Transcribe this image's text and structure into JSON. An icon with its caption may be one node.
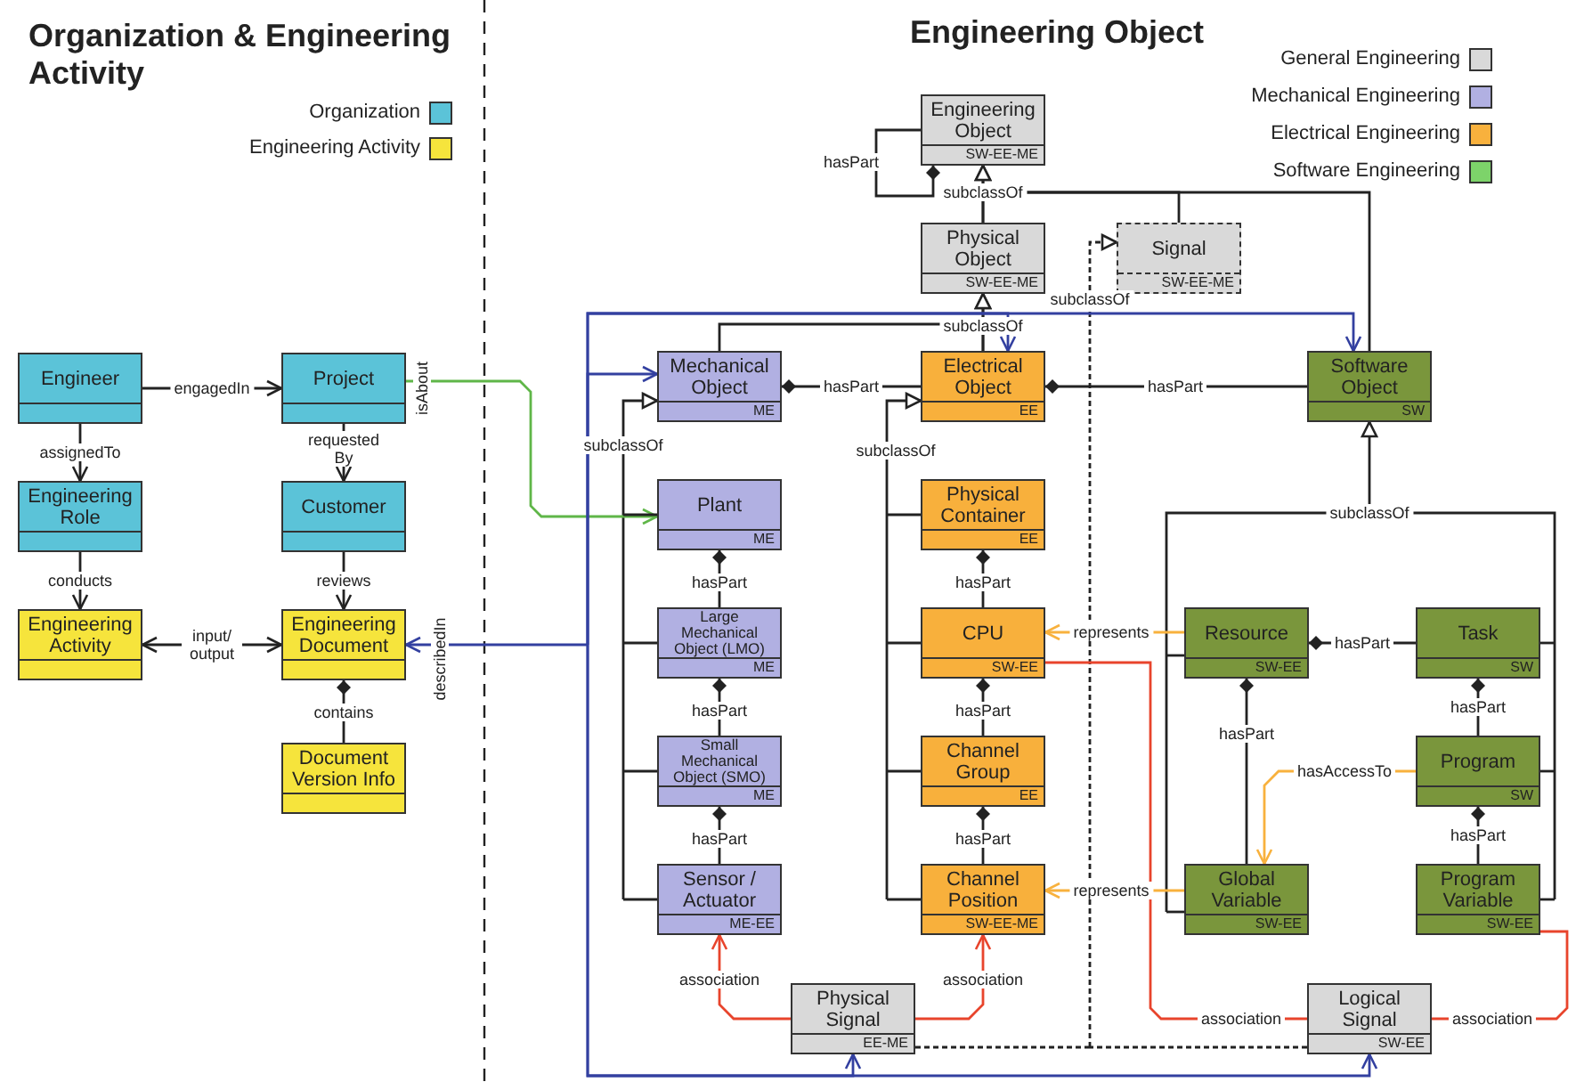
{
  "diagram": {
    "nodes": [
      {
        "text": [
          "Engineer"
        ]
      },
      {
        "text": [
          "Project"
        ]
      },
      {
        "text": [
          "Engineering Role"
        ]
      },
      {
        "text": [
          "Customer"
        ]
      },
      {
        "text": [
          "Engineering Activity"
        ]
      },
      {
        "text": [
          "Engineering Document"
        ]
      },
      {
        "text": [
          "Document Version Info"
        ]
      },
      {
        "text": [
          "Engineering Object",
          "SW-EE-ME"
        ]
      },
      {
        "text": [
          "Physical Object",
          "SW-EE-ME"
        ]
      },
      {
        "text": [
          "Signal",
          "SW-EE-ME"
        ]
      },
      {
        "text": [
          "Mechanical Object",
          "ME"
        ]
      },
      {
        "text": [
          "Electrical Object",
          "EE"
        ]
      },
      {
        "text": [
          "Software Object",
          "SW"
        ]
      },
      {
        "text": [
          "Plant",
          "ME"
        ]
      },
      {
        "text": [
          "Physical Container",
          "EE"
        ]
      },
      {
        "text": [
          "Large Mechanical Object (LMO)",
          "ME"
        ]
      },
      {
        "text": [
          "CPU",
          "SW-EE"
        ]
      },
      {
        "text": [
          "Resource",
          "SW-EE"
        ]
      },
      {
        "text": [
          "Task",
          "SW"
        ]
      },
      {
        "text": [
          "Small Mechanical Object (SMO)",
          "ME"
        ]
      },
      {
        "text": [
          "Channel Group",
          "EE"
        ]
      },
      {
        "text": [
          "Program",
          "SW"
        ]
      },
      {
        "text": [
          "Sensor / Actuator",
          "ME-EE"
        ]
      },
      {
        "text": [
          "Channel Position",
          "SW-EE-ME"
        ]
      },
      {
        "text": [
          "Global Variable",
          "SW-EE"
        ]
      },
      {
        "text": [
          "Program Variable",
          "SW-EE"
        ]
      },
      {
        "text": [
          "Physical Signal",
          "EE-ME"
        ]
      },
      {
        "text": [
          "Logical Signal",
          "SW-EE"
        ]
      }
    ],
    "edges": [
      {
        "from": 0,
        "to": 1,
        "arrow": "to",
        "label": "engagedIn"
      },
      {
        "from": 0,
        "to": 2,
        "arrow": "to",
        "label": "assignedTo"
      },
      {
        "from": 1,
        "to": 3,
        "arrow": "to",
        "label": "requested By"
      },
      {
        "from": 2,
        "to": 4,
        "arrow": "to",
        "label": "conducts"
      },
      {
        "from": 3,
        "to": 5,
        "arrow": "to",
        "label": "reviews"
      },
      {
        "from": 4,
        "to": 5,
        "arrow": "both",
        "label": "input/ output"
      },
      {
        "from": 5,
        "to": 6,
        "arrow": "other",
        "label": "contains"
      },
      {
        "from": 1,
        "to": 13,
        "arrow": "to",
        "label": "isAbout",
        "color": "#5fb648"
      },
      {
        "from": 5,
        "to": 10,
        "arrow": "both",
        "label": "describedIn",
        "color": "#3340a0"
      },
      {
        "from": 5,
        "to": 11,
        "arrow": "both",
        "color": "#3340a0"
      },
      {
        "from": 5,
        "to": 12,
        "arrow": "both",
        "color": "#3340a0"
      },
      {
        "from": 5,
        "to": 26,
        "arrow": "both",
        "color": "#3340a0"
      },
      {
        "from": 5,
        "to": 27,
        "arrow": "both",
        "color": "#3340a0"
      },
      {
        "from": 7,
        "to": 7,
        "arrow": "other",
        "label": "hasPart"
      },
      {
        "from": 8,
        "to": 7,
        "arrow": "to",
        "label": "subclassOf"
      },
      {
        "from": 9,
        "to": 7,
        "arrow": "to"
      },
      {
        "from": 12,
        "to": 7,
        "arrow": "to"
      },
      {
        "from": 10,
        "to": 8,
        "arrow": "to",
        "label": "subclassOf"
      },
      {
        "from": 11,
        "to": 8,
        "arrow": "to"
      },
      {
        "from": 10,
        "to": 11,
        "arrow": "other",
        "label": "hasPart"
      },
      {
        "from": 11,
        "to": 12,
        "arrow": "other",
        "label": "hasPart"
      },
      {
        "from": 13,
        "to": 10,
        "arrow": "to",
        "label": "subclassOf"
      },
      {
        "from": 15,
        "to": 10,
        "arrow": "to"
      },
      {
        "from": 19,
        "to": 10,
        "arrow": "to"
      },
      {
        "from": 22,
        "to": 10,
        "arrow": "to"
      },
      {
        "from": 13,
        "to": 15,
        "arrow": "other",
        "label": "hasPart"
      },
      {
        "from": 15,
        "to": 19,
        "arrow": "other",
        "label": "hasPart"
      },
      {
        "from": 19,
        "to": 22,
        "arrow": "other",
        "label": "hasPart"
      },
      {
        "from": 14,
        "to": 11,
        "arrow": "to",
        "label": "subclassOf"
      },
      {
        "from": 16,
        "to": 11,
        "arrow": "to"
      },
      {
        "from": 20,
        "to": 11,
        "arrow": "to"
      },
      {
        "from": 23,
        "to": 11,
        "arrow": "to"
      },
      {
        "from": 14,
        "to": 16,
        "arrow": "other",
        "label": "hasPart"
      },
      {
        "from": 16,
        "to": 20,
        "arrow": "other",
        "label": "hasPart"
      },
      {
        "from": 20,
        "to": 23,
        "arrow": "other",
        "label": "hasPart"
      },
      {
        "from": 26,
        "to": 9,
        "arrow": "to",
        "label": "subclassOf",
        "style": "dashed"
      },
      {
        "from": 27,
        "to": 9,
        "arrow": "to",
        "style": "dashed"
      },
      {
        "from": 17,
        "to": 12,
        "arrow": "to",
        "label": "subclassOf"
      },
      {
        "from": 18,
        "to": 12,
        "arrow": "to"
      },
      {
        "from": 21,
        "to": 12,
        "arrow": "to"
      },
      {
        "from": 24,
        "to": 12,
        "arrow": "to"
      },
      {
        "from": 25,
        "to": 12,
        "arrow": "to"
      },
      {
        "from": 17,
        "to": 18,
        "arrow": "other",
        "label": "hasPart"
      },
      {
        "from": 17,
        "to": 24,
        "arrow": "other",
        "label": "hasPart"
      },
      {
        "from": 18,
        "to": 21,
        "arrow": "other",
        "label": "hasPart"
      },
      {
        "from": 21,
        "to": 25,
        "arrow": "other",
        "label": "hasPart"
      },
      {
        "from": 21,
        "to": 24,
        "arrow": "to",
        "label": "hasAccessTo",
        "color": "#f8b13d"
      },
      {
        "from": 17,
        "to": 16,
        "arrow": "to",
        "label": "represents",
        "color": "#f8b13d"
      },
      {
        "from": 24,
        "to": 23,
        "arrow": "to",
        "label": "represents",
        "color": "#f8b13d"
      },
      {
        "from": 26,
        "to": 22,
        "arrow": "to",
        "label": "association",
        "color": "#e8442c"
      },
      {
        "from": 26,
        "to": 23,
        "arrow": "to",
        "label": "association",
        "color": "#e8442c"
      },
      {
        "from": 27,
        "to": 16,
        "arrow": "none",
        "label": "association",
        "color": "#e8442c"
      },
      {
        "from": 27,
        "to": 25,
        "arrow": "none",
        "label": "association",
        "color": "#e8442c"
      }
    ],
    "labels": [
      "Organization & Engineering Activity",
      "Engineering Object"
    ],
    "legend": [
      {
        "text": "Organization",
        "color": "#5bc3d8"
      },
      {
        "text": "Engineering Activity",
        "color": "#f6e43c"
      },
      {
        "text": "General Engineering",
        "color": "#d9d9d9"
      },
      {
        "text": "Mechanical Engineering",
        "color": "#b1b0e2"
      },
      {
        "text": "Electrical Engineering",
        "color": "#f8b13d"
      },
      {
        "text": "Software Engineering",
        "color": "#7dd36a"
      }
    ]
  }
}
